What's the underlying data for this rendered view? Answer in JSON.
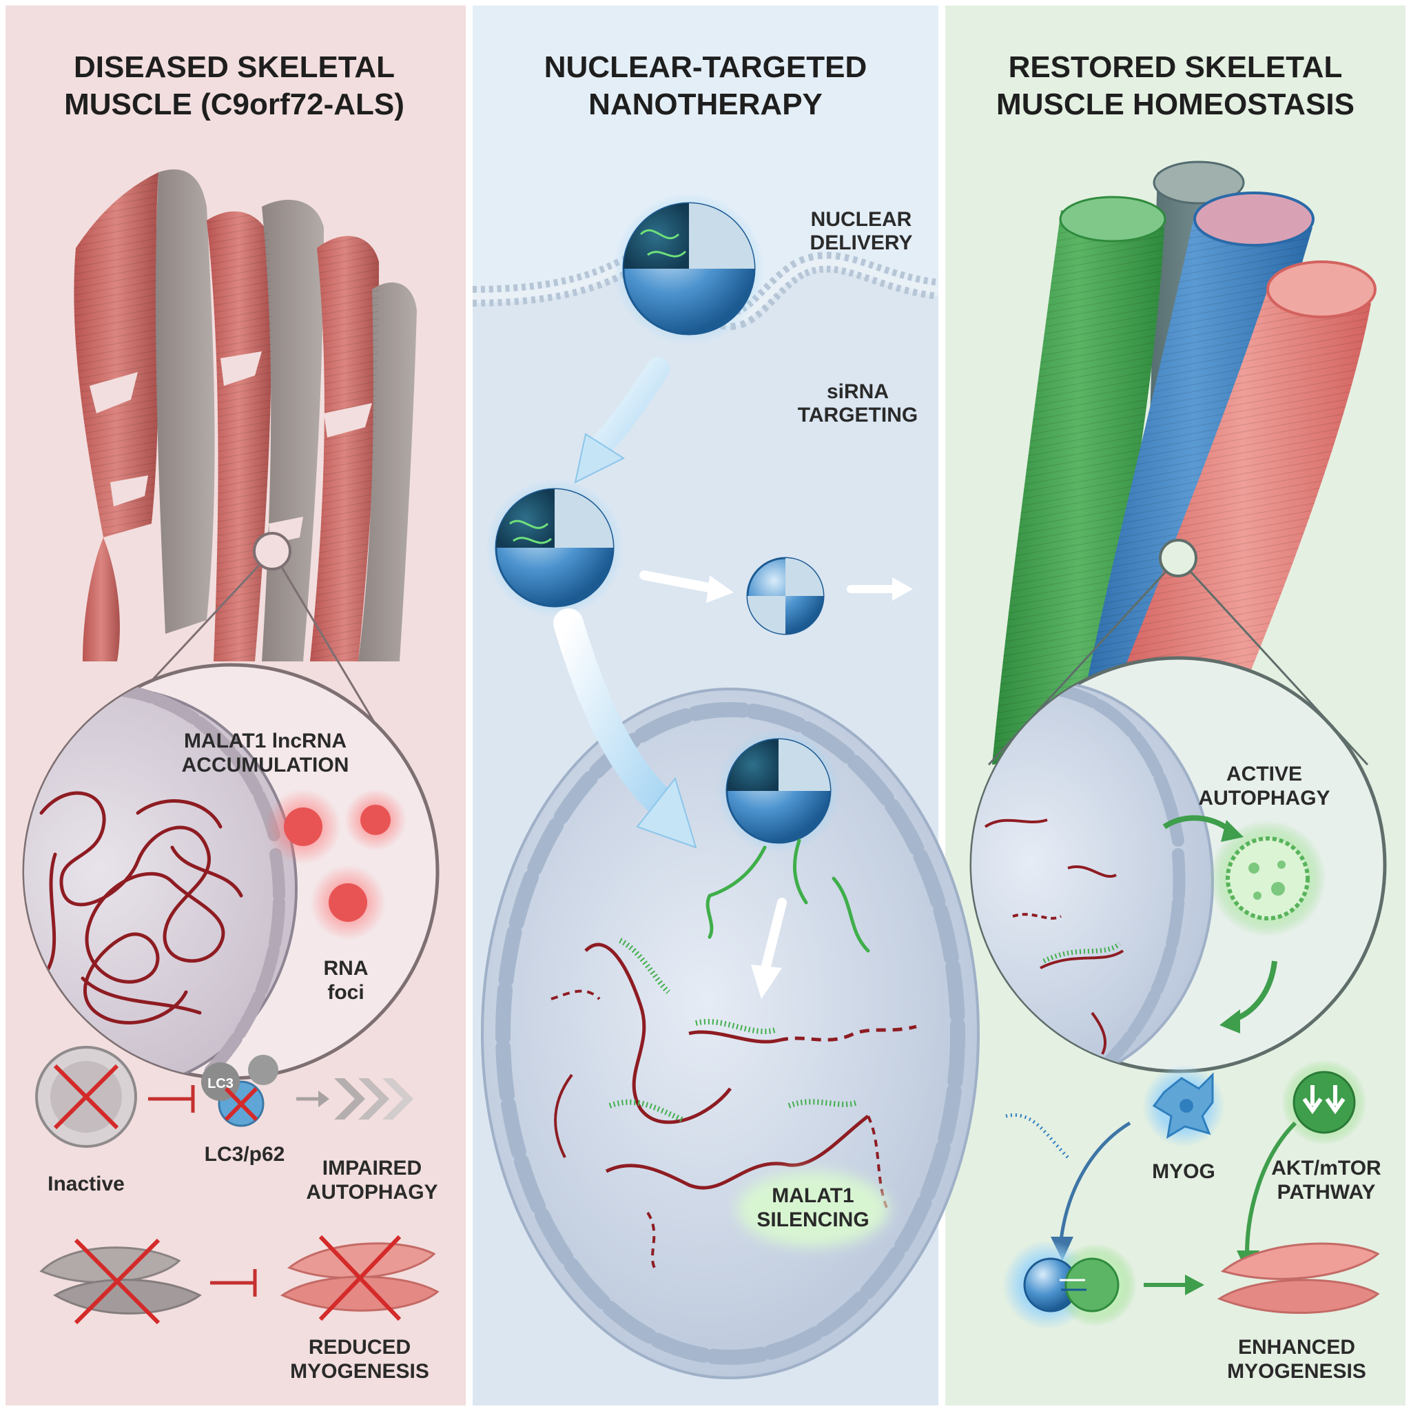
{
  "panels": {
    "left": {
      "title_line1": "DISEASED SKELETAL",
      "title_line2": "MUSCLE (C9orf72-ALS)",
      "malat1_line1": "MALAT1 lncRNA",
      "malat1_line2": "ACCUMULATION",
      "rna_foci_line1": "RNA",
      "rna_foci_line2": "foci",
      "lc3_tag": "LC3",
      "lc3_p62": "LC3/p62",
      "inactive": "Inactive",
      "impaired_line1": "IMPAIRED",
      "impaired_line2": "AUTOPHAGY",
      "reduced_line1": "REDUCED",
      "reduced_line2": "MYOGENESIS"
    },
    "middle": {
      "title_line1": "NUCLEAR-TARGETED",
      "title_line2": "NANOTHERAPY",
      "delivery_line1": "NUCLEAR",
      "delivery_line2": "DELIVERY",
      "sirna_line1": "siRNA",
      "sirna_line2": "TARGETING",
      "silencing_line1": "MALAT1",
      "silencing_line2": "SILENCING"
    },
    "right": {
      "title_line1": "RESTORED SKELETAL",
      "title_line2": "MUSCLE HOMEOSTASIS",
      "autophagy_line1": "ACTIVE",
      "autophagy_line2": "AUTOPHAGY",
      "myog": "MYOG",
      "akt_line1": "AKT/mTOR",
      "akt_line2": "PATHWAY",
      "enhanced_line1": "ENHANCED",
      "enhanced_line2": "MYOGENESIS"
    }
  },
  "colors": {
    "left_bg": "#f2dede",
    "middle_bg": "#e4eef7",
    "right_bg": "#e4f0e2",
    "muscle_red": "#d9706e",
    "rna_dark_red": "#8e1c22",
    "sirna_green": "#3fae4a",
    "nano_blue": "#2f7fbf",
    "fiber_green": "#3f9e4c",
    "fiber_blue": "#3b7fc1",
    "fiber_pink": "#e27e7a"
  }
}
